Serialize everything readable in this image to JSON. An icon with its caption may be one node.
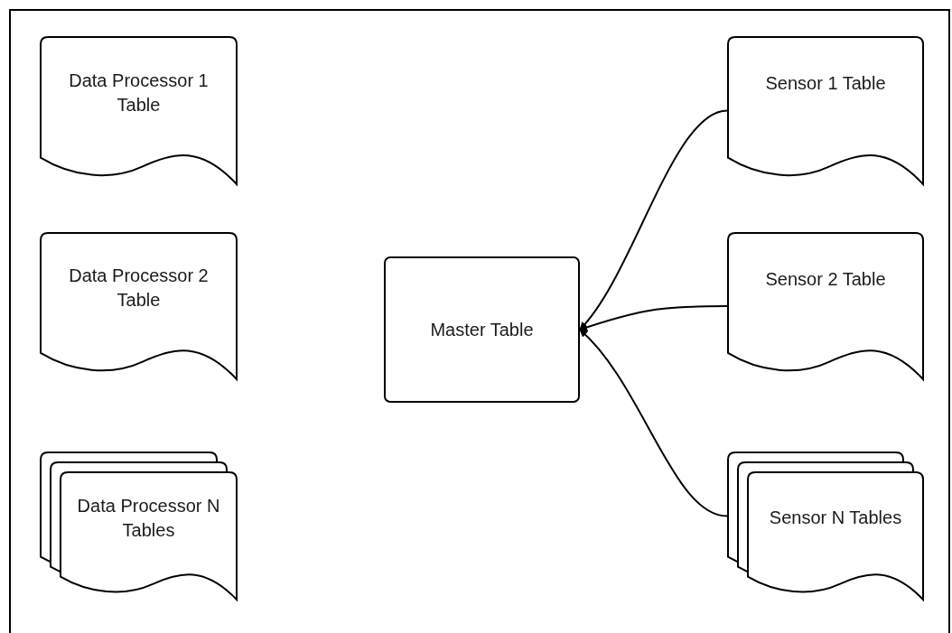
{
  "diagram": {
    "nodes": [
      {
        "text": [
          "Data Processor 1 Table"
        ]
      },
      {
        "text": [
          "Data Processor 2 Table"
        ]
      },
      {
        "text": [
          "Data Processor N Tables"
        ]
      },
      {
        "text": [
          "Master Table"
        ]
      },
      {
        "text": [
          "Sensor 1 Table"
        ]
      },
      {
        "text": [
          "Sensor 2 Table"
        ]
      },
      {
        "text": [
          "Sensor N Tables"
        ]
      }
    ],
    "edges": [
      {
        "from": 4,
        "to": 3,
        "arrow": "to"
      },
      {
        "from": 5,
        "to": 3,
        "arrow": "to"
      },
      {
        "from": 6,
        "to": 3,
        "arrow": "to"
      }
    ]
  }
}
